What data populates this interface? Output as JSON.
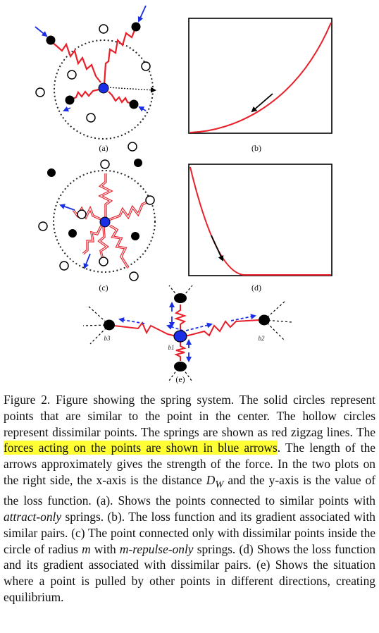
{
  "panels": {
    "a": "(a)",
    "b": "(b)",
    "c": "(c)",
    "d": "(d)",
    "e": "(e)"
  },
  "panel_e_points": {
    "b1": "b1",
    "b2": "b2",
    "b3": "b3"
  },
  "caption": {
    "lead": "Figure 2. Figure showing the spring system. The solid circles represent points that are similar to the point in the center. The hollow circles represent dissimilar points. The springs are shown as red zigzag lines. The ",
    "highlight": "forces acting on the points are shown in blue arrows",
    "p1": ". The length of the arrows approximately gives the strength of the force. In the two plots on the right side, the x-axis is the distance ",
    "dw": "D",
    "dw_sub": "W",
    "p2": " and the y-axis is the value of the loss function. (a). Shows the points connected to similar points with ",
    "attract": "attract-only",
    "p3": " springs. (b). The loss function and its gradient associated with similar pairs. (c) The point connected only with dissimilar points inside the circle of radius ",
    "m": "m",
    "p4": " with ",
    "repulse": "m-repulse-only",
    "p5": " springs. (d) Shows the loss function and its gradient associated with dissimilar pairs. (e) Shows the situation where a point is pulled by other points in different directions, creating equilibrium."
  },
  "colors": {
    "spring": "#e8202a",
    "force": "#1a2ee6",
    "center": "#1a2ee6",
    "solid": "#000000"
  }
}
